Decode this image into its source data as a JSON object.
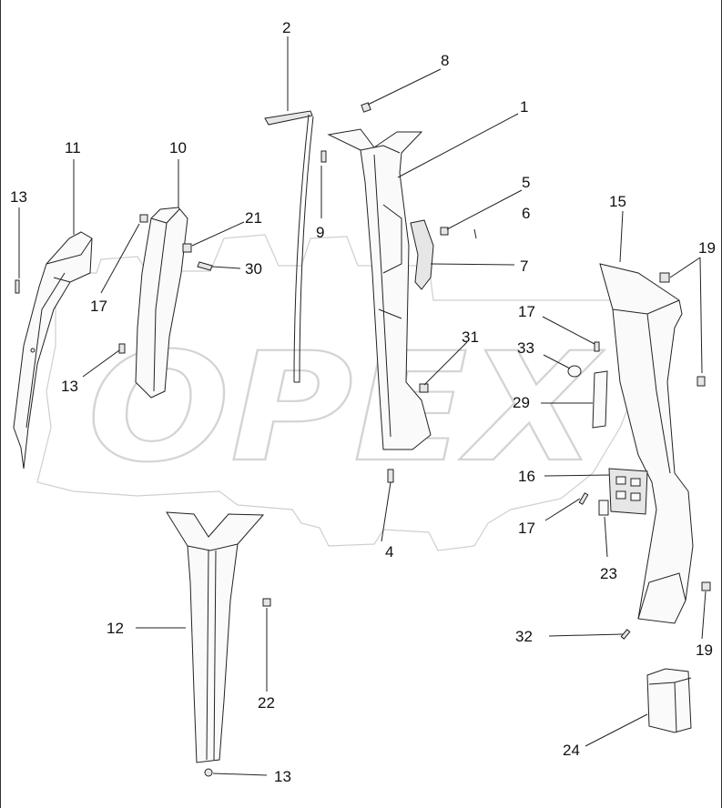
{
  "diagram": {
    "watermark": "OPEX",
    "callouts": [
      {
        "id": "c-1",
        "text": "1"
      },
      {
        "id": "c-2",
        "text": "2"
      },
      {
        "id": "c-4",
        "text": "4"
      },
      {
        "id": "c-5",
        "text": "5"
      },
      {
        "id": "c-6",
        "text": "6"
      },
      {
        "id": "c-7",
        "text": "7"
      },
      {
        "id": "c-8",
        "text": "8"
      },
      {
        "id": "c-9",
        "text": "9"
      },
      {
        "id": "c-10",
        "text": "10"
      },
      {
        "id": "c-11",
        "text": "11"
      },
      {
        "id": "c-12",
        "text": "12"
      },
      {
        "id": "c-13a",
        "text": "13"
      },
      {
        "id": "c-13b",
        "text": "13"
      },
      {
        "id": "c-13c",
        "text": "13"
      },
      {
        "id": "c-15",
        "text": "15"
      },
      {
        "id": "c-16",
        "text": "16"
      },
      {
        "id": "c-17a",
        "text": "17"
      },
      {
        "id": "c-17b",
        "text": "17"
      },
      {
        "id": "c-19a",
        "text": "19"
      },
      {
        "id": "c-19b",
        "text": "19"
      },
      {
        "id": "c-19c",
        "text": "19"
      },
      {
        "id": "c-21",
        "text": "21"
      },
      {
        "id": "c-22",
        "text": "22"
      },
      {
        "id": "c-23",
        "text": "23"
      },
      {
        "id": "c-24",
        "text": "24"
      },
      {
        "id": "c-29",
        "text": "29"
      },
      {
        "id": "c-30",
        "text": "30"
      },
      {
        "id": "c-31",
        "text": "31"
      },
      {
        "id": "c-32",
        "text": "32"
      },
      {
        "id": "c-33",
        "text": "33"
      }
    ]
  }
}
